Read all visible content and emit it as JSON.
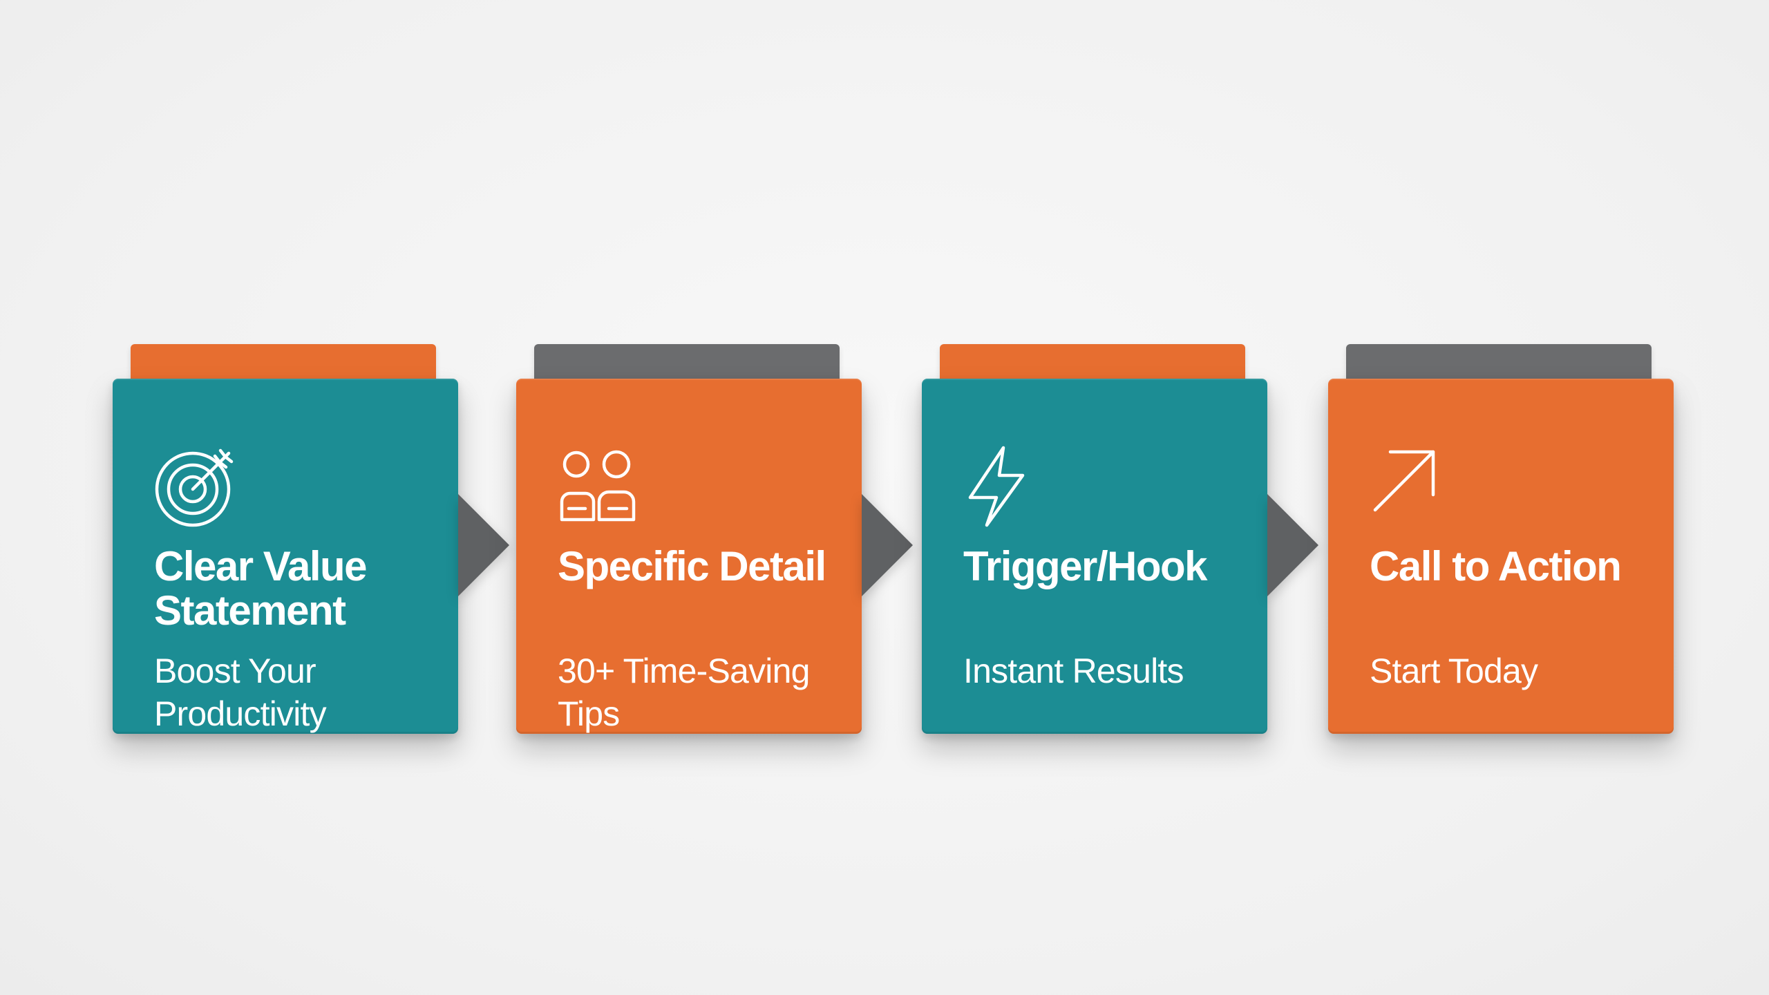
{
  "colors": {
    "teal": "#1c8d94",
    "orange": "#e76e30",
    "gray": "#6b6c6e",
    "arrow": "#5f6163",
    "text": "#ffffff"
  },
  "steps": [
    {
      "title": "Clear Value Statement",
      "subtitle": "Boost Your Productivity",
      "icon": "target-arrow-icon",
      "card_color": "teal",
      "tab_color": "orange"
    },
    {
      "title": "Specific Detail",
      "subtitle": "30+ Time-Saving Tips",
      "icon": "people-group-icon",
      "card_color": "orange",
      "tab_color": "gray"
    },
    {
      "title": "Trigger/Hook",
      "subtitle": "Instant Results",
      "icon": "lightning-bolt-icon",
      "card_color": "teal",
      "tab_color": "orange"
    },
    {
      "title": "Call to Action",
      "subtitle": "Start Today",
      "icon": "arrow-up-right-icon",
      "card_color": "orange",
      "tab_color": "gray"
    }
  ]
}
